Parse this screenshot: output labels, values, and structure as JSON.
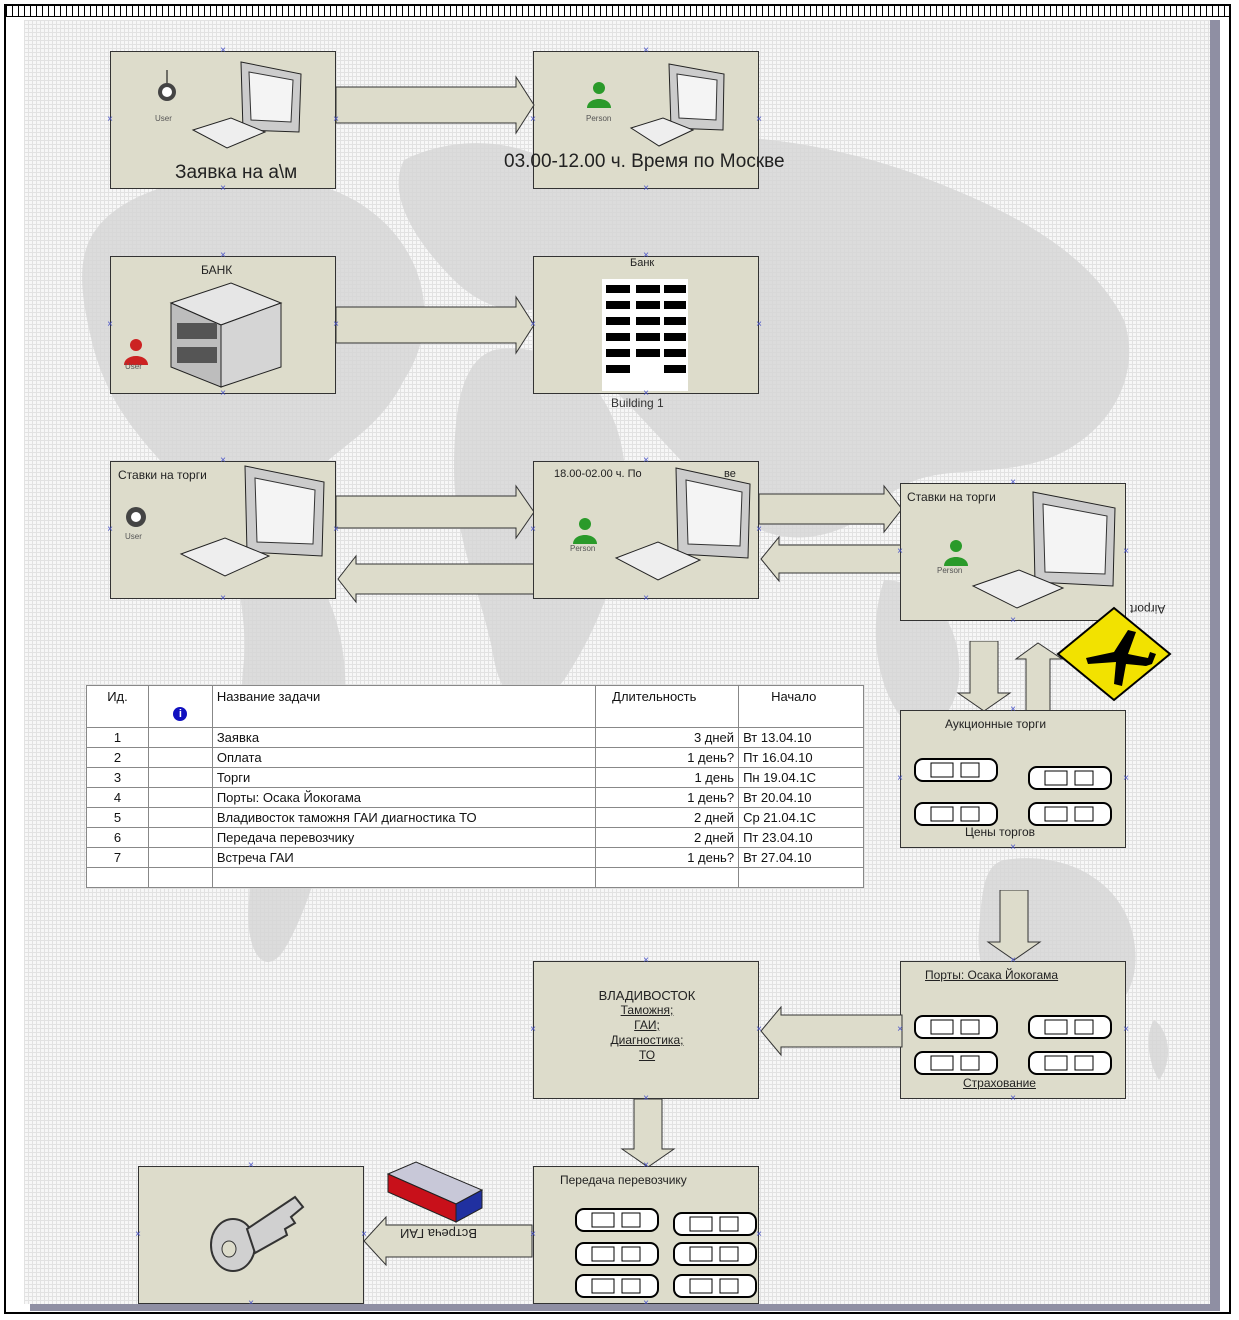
{
  "boxes": {
    "order": {
      "label": "Заявка на а\\м",
      "icon_caption": "User"
    },
    "moscow": {
      "label": "03.00-12.00 ч. Время по Москве",
      "icon_caption": "Person"
    },
    "bank_left": {
      "label": "БАНК",
      "icon_caption": "User"
    },
    "bank_right": {
      "label": "Банк",
      "building_caption": "Building 1"
    },
    "bids_left": {
      "label": "Ставки на торги",
      "icon_caption": "User"
    },
    "bids_center": {
      "label": "18.00-02.00 ч. По",
      "label_tail": "ве",
      "icon_caption": "Person"
    },
    "bids_right": {
      "label": "Ставки на торги",
      "icon_caption": "Person"
    },
    "auction": {
      "label": "Аукционные торги",
      "caption": "Цены торгов"
    },
    "ports": {
      "label": "Порты: Осака Йокогама",
      "caption": "Страхование"
    },
    "vladivostok": {
      "title": "ВЛАДИВОСТОК",
      "lines": [
        "Таможня;",
        "ГАИ;",
        "Диагностика;",
        "ТО"
      ]
    },
    "carrier": {
      "label": "Передача перевозчику"
    },
    "meeting_arrow_label": "Встреча ГАИ",
    "airport_label": "Airport"
  },
  "table": {
    "headers": {
      "id": "Ид.",
      "name": "Название задачи",
      "duration": "Длительность",
      "start": "Начало"
    },
    "rows": [
      {
        "id": "1",
        "name": "Заявка",
        "duration": "3 дней",
        "start": "Вт 13.04.10"
      },
      {
        "id": "2",
        "name": "Оплата",
        "duration": "1 день?",
        "start": "Пт 16.04.10"
      },
      {
        "id": "3",
        "name": "Торги",
        "duration": "1 день",
        "start": "Пн 19.04.1С"
      },
      {
        "id": "4",
        "name": "Порты: Осака Йокогама",
        "duration": "1 день?",
        "start": "Вт 20.04.10"
      },
      {
        "id": "5",
        "name": "Владивосток таможня ГАИ диагностика ТО",
        "duration": "2 дней",
        "start": "Ср 21.04.1С"
      },
      {
        "id": "6",
        "name": "Передача перевозчику",
        "duration": "2 дней",
        "start": "Пт 23.04.10"
      },
      {
        "id": "7",
        "name": "Встреча ГАИ",
        "duration": "1 день?",
        "start": "Вт 27.04.10"
      }
    ]
  },
  "icons": [
    "computer-icon",
    "user-icon",
    "person-icon",
    "bank-building-icon",
    "office-building-icon",
    "car-icon",
    "airport-sign-icon",
    "key-icon",
    "bus-icon",
    "info-icon"
  ],
  "colors": {
    "box_fill": "#dddccb",
    "arrow_fill": "#dddccb",
    "connection_marker": "#4a54c8",
    "airport_sign": "#f2e200"
  }
}
